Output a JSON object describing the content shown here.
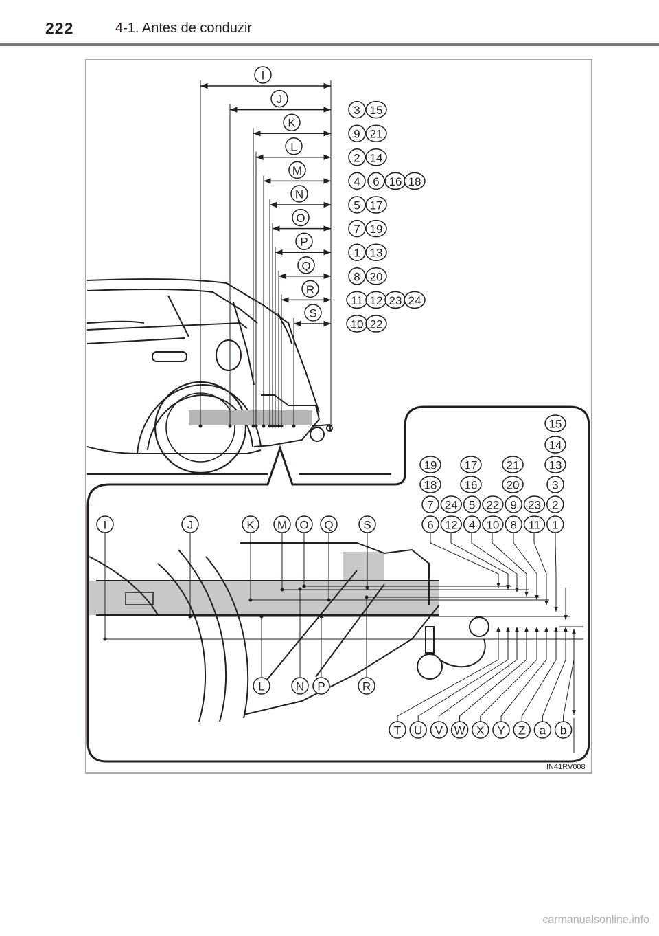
{
  "header": {
    "page_number": "222",
    "section_title": "4-1. Antes de conduzir"
  },
  "figure": {
    "code": "IN41RV008",
    "top_rows": [
      {
        "letter": "I",
        "nums": []
      },
      {
        "letter": "J",
        "nums": [
          "3",
          "15"
        ]
      },
      {
        "letter": "K",
        "nums": [
          "9",
          "21"
        ]
      },
      {
        "letter": "L",
        "nums": [
          "2",
          "14"
        ]
      },
      {
        "letter": "M",
        "nums": [
          "4",
          "6",
          "16",
          "18"
        ]
      },
      {
        "letter": "N",
        "nums": [
          "5",
          "17"
        ]
      },
      {
        "letter": "O",
        "nums": [
          "7",
          "19"
        ]
      },
      {
        "letter": "P",
        "nums": [
          "1",
          "13"
        ]
      },
      {
        "letter": "Q",
        "nums": [
          "8",
          "20"
        ]
      },
      {
        "letter": "R",
        "nums": [
          "11",
          "12",
          "23",
          "24"
        ]
      },
      {
        "letter": "S",
        "nums": [
          "10",
          "22"
        ]
      }
    ],
    "detail_top_letters": [
      "I",
      "J",
      "K",
      "M",
      "O",
      "Q",
      "S"
    ],
    "detail_bottom_letters": [
      "L",
      "N",
      "P",
      "R"
    ],
    "detail_bottom_row": [
      "T",
      "U",
      "V",
      "W",
      "X",
      "Y",
      "Z",
      "a",
      "b"
    ],
    "number_grid": [
      [
        "",
        "",
        "",
        "15"
      ],
      [
        "",
        "",
        "",
        "14"
      ],
      [
        "19",
        "17",
        "21",
        "13"
      ],
      [
        "18",
        "16",
        "20",
        "3"
      ],
      [
        "7",
        "24",
        "5",
        "22",
        "9",
        "23",
        "2"
      ],
      [
        "6",
        "12",
        "4",
        "10",
        "8",
        "11",
        "1"
      ]
    ]
  },
  "watermark": "carmanualsonline.info"
}
